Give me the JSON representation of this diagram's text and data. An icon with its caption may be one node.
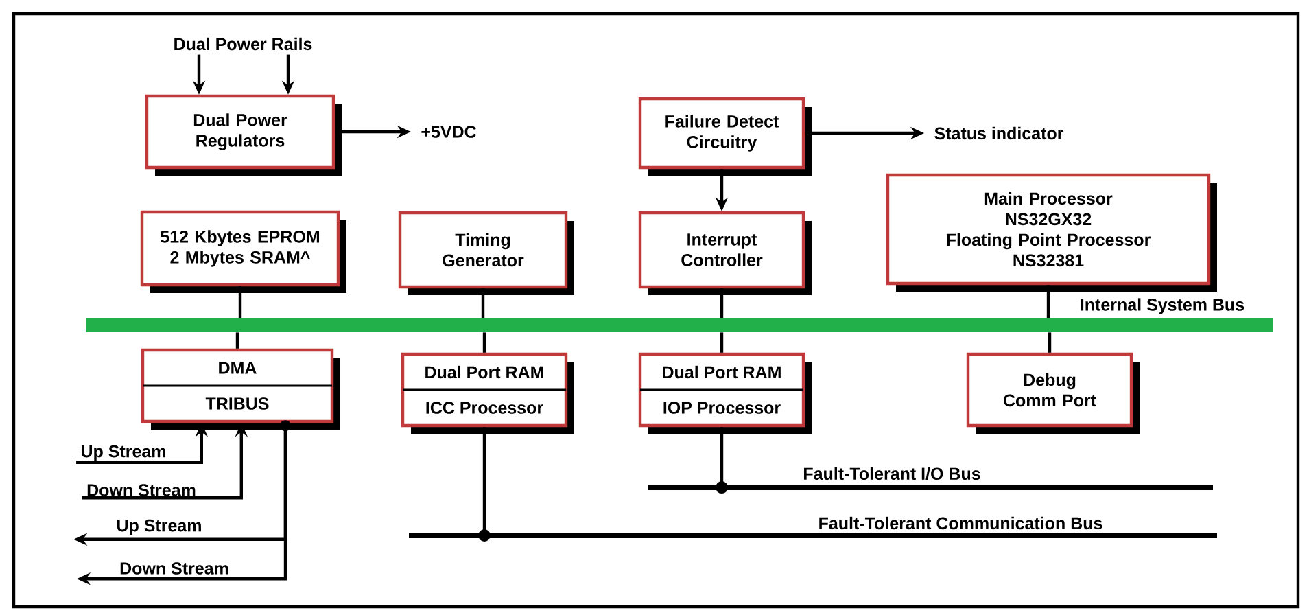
{
  "diagram": {
    "nodes": [
      {
        "text": [
          "Dual Power Rails"
        ]
      },
      {
        "text": [
          "Dual Power Regulators"
        ]
      },
      {
        "text": [
          "+5VDC"
        ]
      },
      {
        "text": [
          "Failure Detect Circuitry"
        ]
      },
      {
        "text": [
          "Status indicator"
        ]
      },
      {
        "text": [
          "512 Kbytes EPROM 2 Mbytes SRAM^"
        ]
      },
      {
        "text": [
          "Timing Generator"
        ]
      },
      {
        "text": [
          "Interrupt Controller"
        ]
      },
      {
        "text": [
          "Main Processor",
          "NS32GX32",
          "Floating Point Processor",
          "NS32381"
        ]
      },
      {
        "text": [
          "Internal System Bus"
        ]
      },
      {
        "text": [
          "DMA",
          "TRIBUS"
        ]
      },
      {
        "text": [
          "Dual Port RAM",
          "ICC Processor"
        ]
      },
      {
        "text": [
          "Dual Port RAM",
          "IOP Processor"
        ]
      },
      {
        "text": [
          "Debug Comm Port"
        ]
      },
      {
        "text": [
          "Fault-Tolerant I/O Bus"
        ]
      },
      {
        "text": [
          "Fault-Tolerant Communication Bus"
        ]
      },
      {
        "text": [
          "Up Stream"
        ]
      },
      {
        "text": [
          "Down Stream"
        ]
      },
      {
        "text": [
          "Up Stream"
        ]
      },
      {
        "text": [
          "Down Stream"
        ]
      }
    ],
    "edges": [
      {
        "from": 0,
        "to": 1,
        "arrow": "to"
      },
      {
        "from": 0,
        "to": 1,
        "arrow": "to"
      },
      {
        "from": 1,
        "to": 2,
        "arrow": "to"
      },
      {
        "from": 3,
        "to": 4,
        "arrow": "to"
      },
      {
        "from": 3,
        "to": 7,
        "arrow": "to"
      },
      {
        "from": 5,
        "to": 9,
        "arrow": "none"
      },
      {
        "from": 6,
        "to": 9,
        "arrow": "none"
      },
      {
        "from": 7,
        "to": 9,
        "arrow": "none"
      },
      {
        "from": 8,
        "to": 9,
        "arrow": "none"
      },
      {
        "from": 9,
        "to": 10,
        "arrow": "none"
      },
      {
        "from": 9,
        "to": 11,
        "arrow": "none"
      },
      {
        "from": 9,
        "to": 12,
        "arrow": "none"
      },
      {
        "from": 9,
        "to": 13,
        "arrow": "none"
      },
      {
        "from": 16,
        "to": 10,
        "arrow": "to"
      },
      {
        "from": 17,
        "to": 10,
        "arrow": "to"
      },
      {
        "from": 10,
        "to": 18,
        "arrow": "to"
      },
      {
        "from": 10,
        "to": 19,
        "arrow": "to"
      },
      {
        "from": 11,
        "to": 15,
        "arrow": "other"
      },
      {
        "from": 12,
        "to": 14,
        "arrow": "other"
      }
    ]
  }
}
